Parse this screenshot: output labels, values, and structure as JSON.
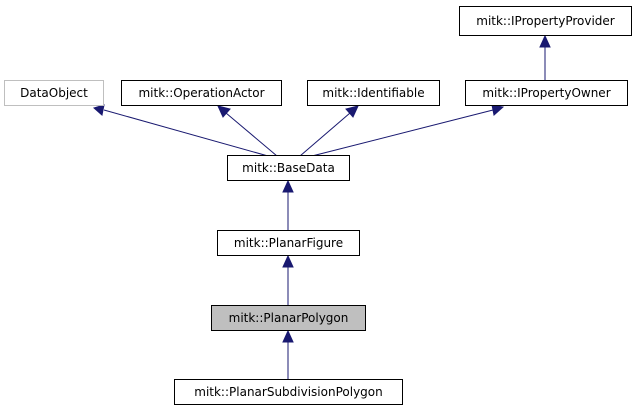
{
  "diagram": {
    "nodes": {
      "iproperty_provider": "mitk::IPropertyProvider",
      "data_object": "DataObject",
      "operation_actor": "mitk::OperationActor",
      "identifiable": "mitk::Identifiable",
      "iproperty_owner": "mitk::IPropertyOwner",
      "base_data": "mitk::BaseData",
      "planar_figure": "mitk::PlanarFigure",
      "planar_polygon": "mitk::PlanarPolygon",
      "planar_subdivision_polygon": "mitk::PlanarSubdivisionPolygon"
    },
    "edges": [
      {
        "from": "iproperty_owner",
        "to": "iproperty_provider"
      },
      {
        "from": "base_data",
        "to": "data_object"
      },
      {
        "from": "base_data",
        "to": "operation_actor"
      },
      {
        "from": "base_data",
        "to": "identifiable"
      },
      {
        "from": "base_data",
        "to": "iproperty_owner"
      },
      {
        "from": "planar_figure",
        "to": "base_data"
      },
      {
        "from": "planar_polygon",
        "to": "planar_figure"
      },
      {
        "from": "planar_subdivision_polygon",
        "to": "planar_polygon"
      }
    ],
    "colors": {
      "edge": "#191970",
      "highlight_fill": "#bfbfbf",
      "external_border": "#bfbfbf"
    }
  }
}
